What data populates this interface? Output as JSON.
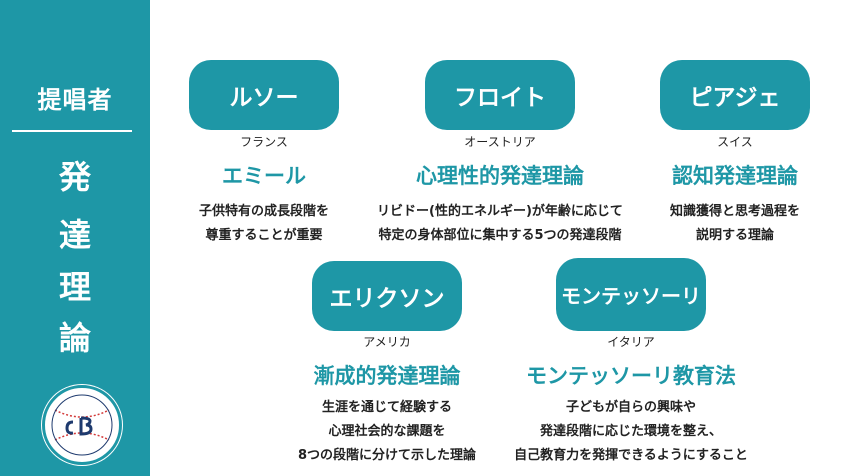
{
  "sidebar": {
    "top_label": "提唱者",
    "vertical_chars": [
      "発",
      "達",
      "理",
      "論"
    ]
  },
  "people": [
    {
      "name": "ルソー",
      "country": "フランス",
      "theory": "エミール",
      "desc": [
        "子供特有の成長段階を",
        "尊重することが重要"
      ]
    },
    {
      "name": "フロイト",
      "country": "オーストリア",
      "theory": "心理性的発達理論",
      "desc": [
        "リビドー(性的エネルギー)が年齢に応じて",
        "特定の身体部位に集中する5つの発達段階"
      ]
    },
    {
      "name": "ピアジェ",
      "country": "スイス",
      "theory": "認知発達理論",
      "desc": [
        "知識獲得と思考過程を",
        "説明する理論"
      ]
    },
    {
      "name": "エリクソン",
      "country": "アメリカ",
      "theory": "漸成的発達理論",
      "desc": [
        "生涯を通じて経験する",
        "心理社会的な課題を",
        "8つの段階に分けて示した理論"
      ]
    },
    {
      "name": "モンテッソーリ",
      "country": "イタリア",
      "theory": "モンテッソーリ教育法",
      "desc": [
        "子どもが自らの興味や",
        "発達段階に応じた環境を整え、",
        "自己教育力を発揮できるようにすること"
      ]
    }
  ],
  "colors": {
    "accent": "#1e97a6",
    "text": "#222222",
    "logo_red": "#d33a3a"
  }
}
